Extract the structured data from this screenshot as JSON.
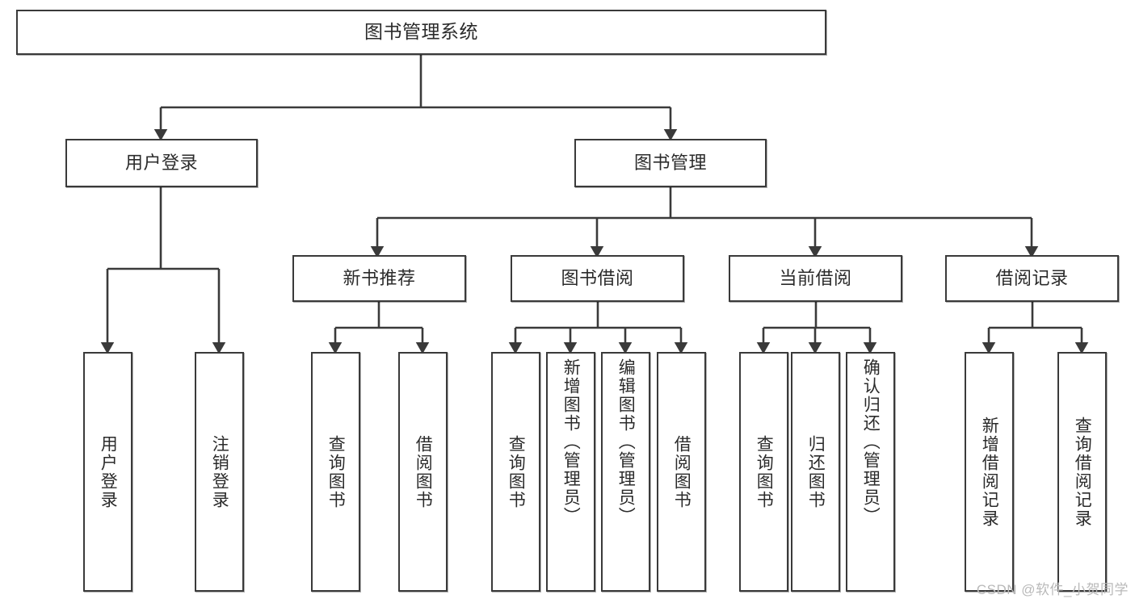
{
  "diagram": {
    "title": "图书管理系统",
    "type": "tree-hierarchy",
    "colors": {
      "stroke": "#3a3a3a",
      "fill": "#ffffff",
      "text": "#2b2b2b",
      "watermark": "#b9b9b9"
    }
  },
  "nodes": {
    "root": {
      "label": "图书管理系统"
    },
    "level2": [
      {
        "id": "user-login",
        "label": "用户登录"
      },
      {
        "id": "book-manage",
        "label": "图书管理"
      }
    ],
    "level3": [
      {
        "id": "new-book-recommend",
        "label": "新书推荐"
      },
      {
        "id": "book-borrow",
        "label": "图书借阅"
      },
      {
        "id": "current-borrow",
        "label": "当前借阅"
      },
      {
        "id": "borrow-record",
        "label": "借阅记录"
      }
    ],
    "leaves": {
      "user_login": [
        {
          "id": "leaf-user-login",
          "label": "用户登录"
        },
        {
          "id": "leaf-logout-login",
          "label": "注销登录"
        }
      ],
      "new_book_recommend": [
        {
          "id": "leaf-query-book-1",
          "label": "查询图书"
        },
        {
          "id": "leaf-borrow-book-1",
          "label": "借阅图书"
        }
      ],
      "book_borrow": [
        {
          "id": "leaf-query-book-2",
          "label": "查询图书"
        },
        {
          "id": "leaf-add-book",
          "label": "新增图书（管理员）"
        },
        {
          "id": "leaf-edit-book",
          "label": "编辑图书（管理员）"
        },
        {
          "id": "leaf-borrow-book-2",
          "label": "借阅图书"
        }
      ],
      "current_borrow": [
        {
          "id": "leaf-query-book-3",
          "label": "查询图书"
        },
        {
          "id": "leaf-return-book",
          "label": "归还图书"
        },
        {
          "id": "leaf-confirm-return",
          "label": "确认归还（管理员）"
        }
      ],
      "borrow_record": [
        {
          "id": "leaf-add-record",
          "label": "新增借阅记录"
        },
        {
          "id": "leaf-query-record",
          "label": "查询借阅记录"
        }
      ]
    }
  },
  "watermark": {
    "text": "CSDN @软件_小贺同学"
  }
}
